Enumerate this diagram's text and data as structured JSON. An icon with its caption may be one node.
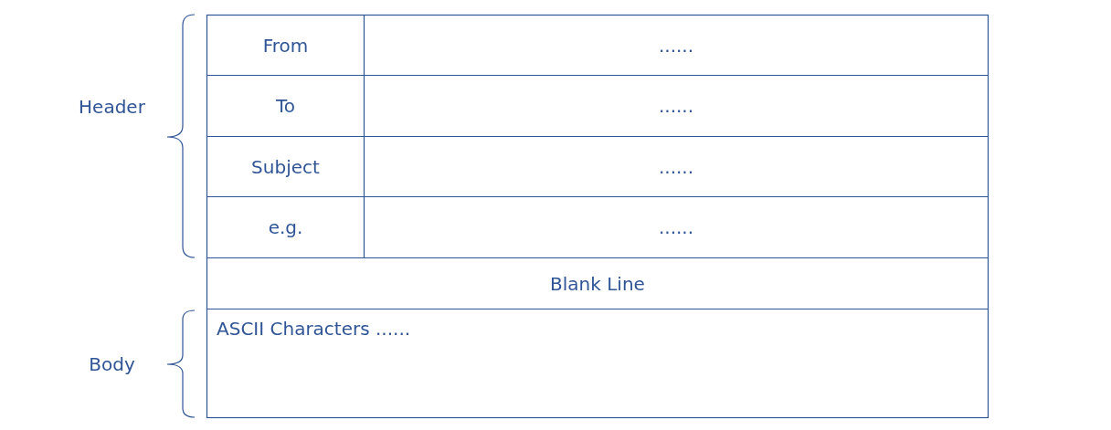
{
  "diagram": {
    "labels": [
      "Header",
      "From",
      "......",
      "To",
      "......",
      "Subject",
      "......",
      "e.g.",
      "......",
      "Blank Line",
      "Body",
      "ASCII Characters ......"
    ]
  }
}
